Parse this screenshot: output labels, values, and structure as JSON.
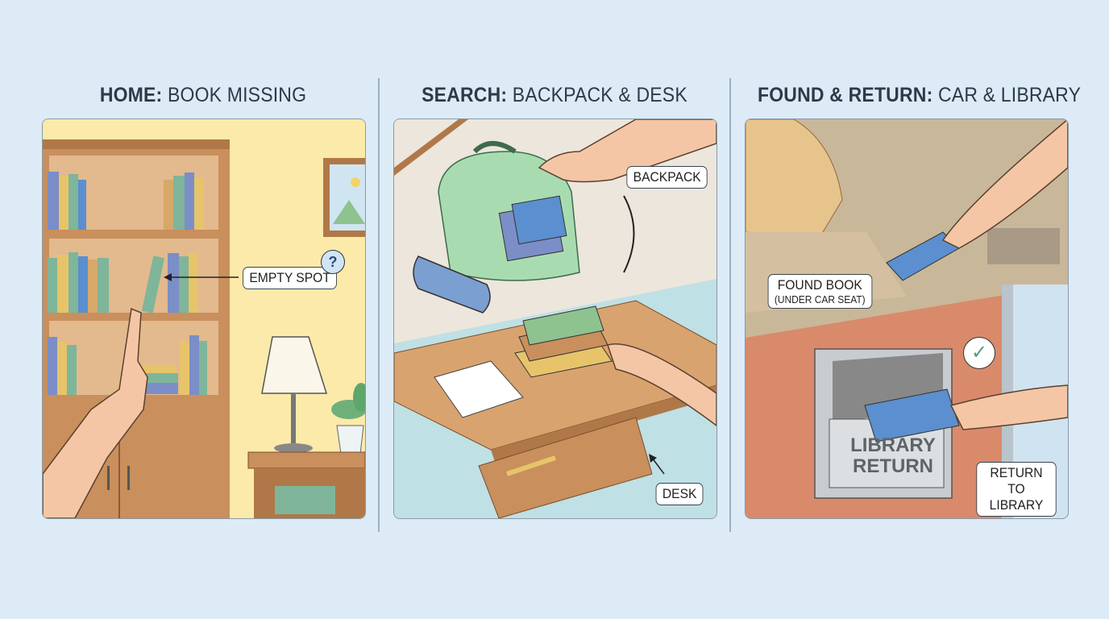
{
  "panels": [
    {
      "title_bold": "HOME:",
      "title_rest": "BOOK MISSING",
      "labels": [
        "EMPTY SPOT"
      ],
      "icon": "question-mark-icon"
    },
    {
      "title_bold": "SEARCH:",
      "title_rest": "BACKPACK & DESK",
      "labels": [
        "BACKPACK",
        "DESK"
      ]
    },
    {
      "title_bold": "FOUND & RETURN:",
      "title_rest": "CAR & LIBRARY",
      "labels": [
        "FOUND BOOK",
        "(UNDER CAR SEAT)",
        "RETURN TO LIBRARY"
      ],
      "sign_text": [
        "LIBRARY",
        "RETURN"
      ],
      "icon": "checkmark-icon"
    }
  ],
  "colors": {
    "background": "#dcebf6",
    "wall": "#fbeaa9",
    "shelf": "#c98f5c",
    "book_blue": "#5b8fcf",
    "brick": "#d98a6a",
    "backpack": "#a8dcb0"
  }
}
